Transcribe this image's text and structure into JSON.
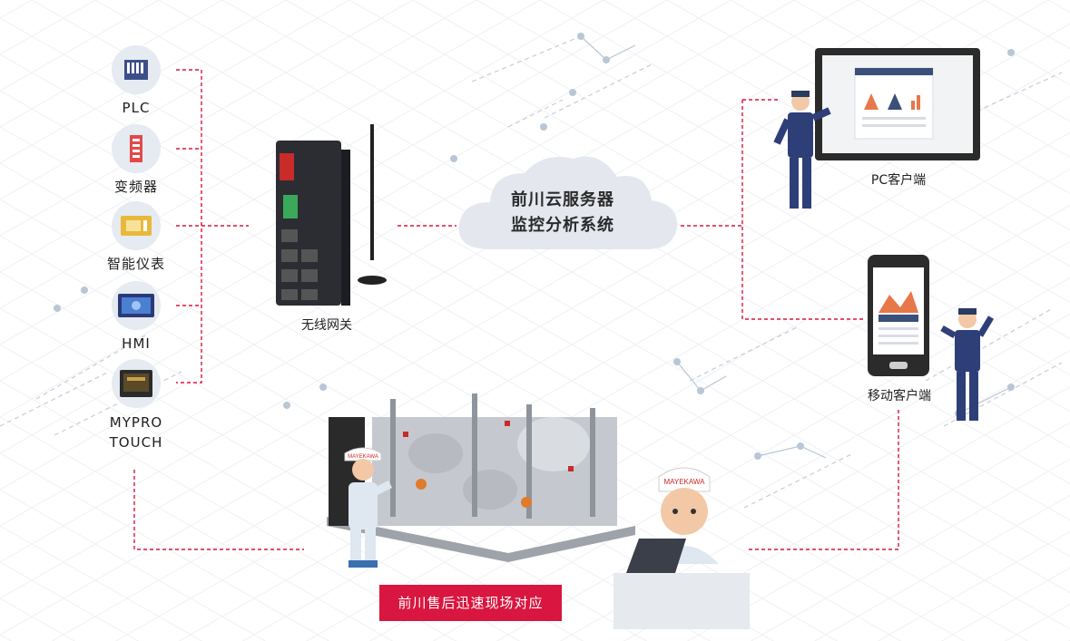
{
  "devices": [
    {
      "name": "PLC",
      "icon": "plc-icon"
    },
    {
      "name": "变频器",
      "icon": "inverter-icon"
    },
    {
      "name": "智能仪表",
      "icon": "smart-meter-icon"
    },
    {
      "name": "HMI",
      "icon": "hmi-icon"
    },
    {
      "name": "MYPRO TOUCH",
      "line1": "MYPRO",
      "line2": "TOUCH",
      "icon": "mypro-touch-icon"
    }
  ],
  "gateway": {
    "label": "无线网关"
  },
  "cloud": {
    "line1": "前川云服务器",
    "line2": "监控分析系统"
  },
  "pc_client": {
    "label": "PC客户端"
  },
  "mobile_client": {
    "label": "移动客户端"
  },
  "service": {
    "label": "前川售后迅速现场对应"
  },
  "brand": {
    "logo_text": "MAYEKAWA"
  },
  "colors": {
    "accent": "#d9163f",
    "dash": "#d9163f",
    "cloud": "#e4e8ee",
    "icon_blue": "#3d4f8a"
  }
}
